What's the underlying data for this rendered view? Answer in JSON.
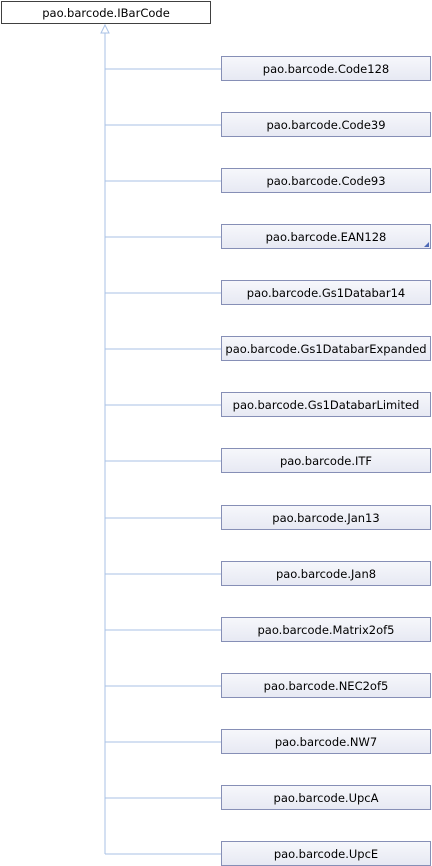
{
  "root": {
    "label": "pao.barcode.IBarCode"
  },
  "children": [
    {
      "label": "pao.barcode.Code128",
      "truncated": false
    },
    {
      "label": "pao.barcode.Code39",
      "truncated": false
    },
    {
      "label": "pao.barcode.Code93",
      "truncated": false
    },
    {
      "label": "pao.barcode.EAN128",
      "truncated": true
    },
    {
      "label": "pao.barcode.Gs1Databar14",
      "truncated": false
    },
    {
      "label": "pao.barcode.Gs1DatabarExpanded",
      "truncated": false
    },
    {
      "label": "pao.barcode.Gs1DatabarLimited",
      "truncated": false
    },
    {
      "label": "pao.barcode.ITF",
      "truncated": false
    },
    {
      "label": "pao.barcode.Jan13",
      "truncated": false
    },
    {
      "label": "pao.barcode.Jan8",
      "truncated": false
    },
    {
      "label": "pao.barcode.Matrix2of5",
      "truncated": false
    },
    {
      "label": "pao.barcode.NEC2of5",
      "truncated": false
    },
    {
      "label": "pao.barcode.NW7",
      "truncated": false
    },
    {
      "label": "pao.barcode.UpcA",
      "truncated": false
    },
    {
      "label": "pao.barcode.UpcE",
      "truncated": false
    }
  ],
  "colors": {
    "edge": "#a9c2e6",
    "node_border": "#868fb6",
    "root_border": "#404040",
    "fold_marker": "#4f6ab7"
  }
}
